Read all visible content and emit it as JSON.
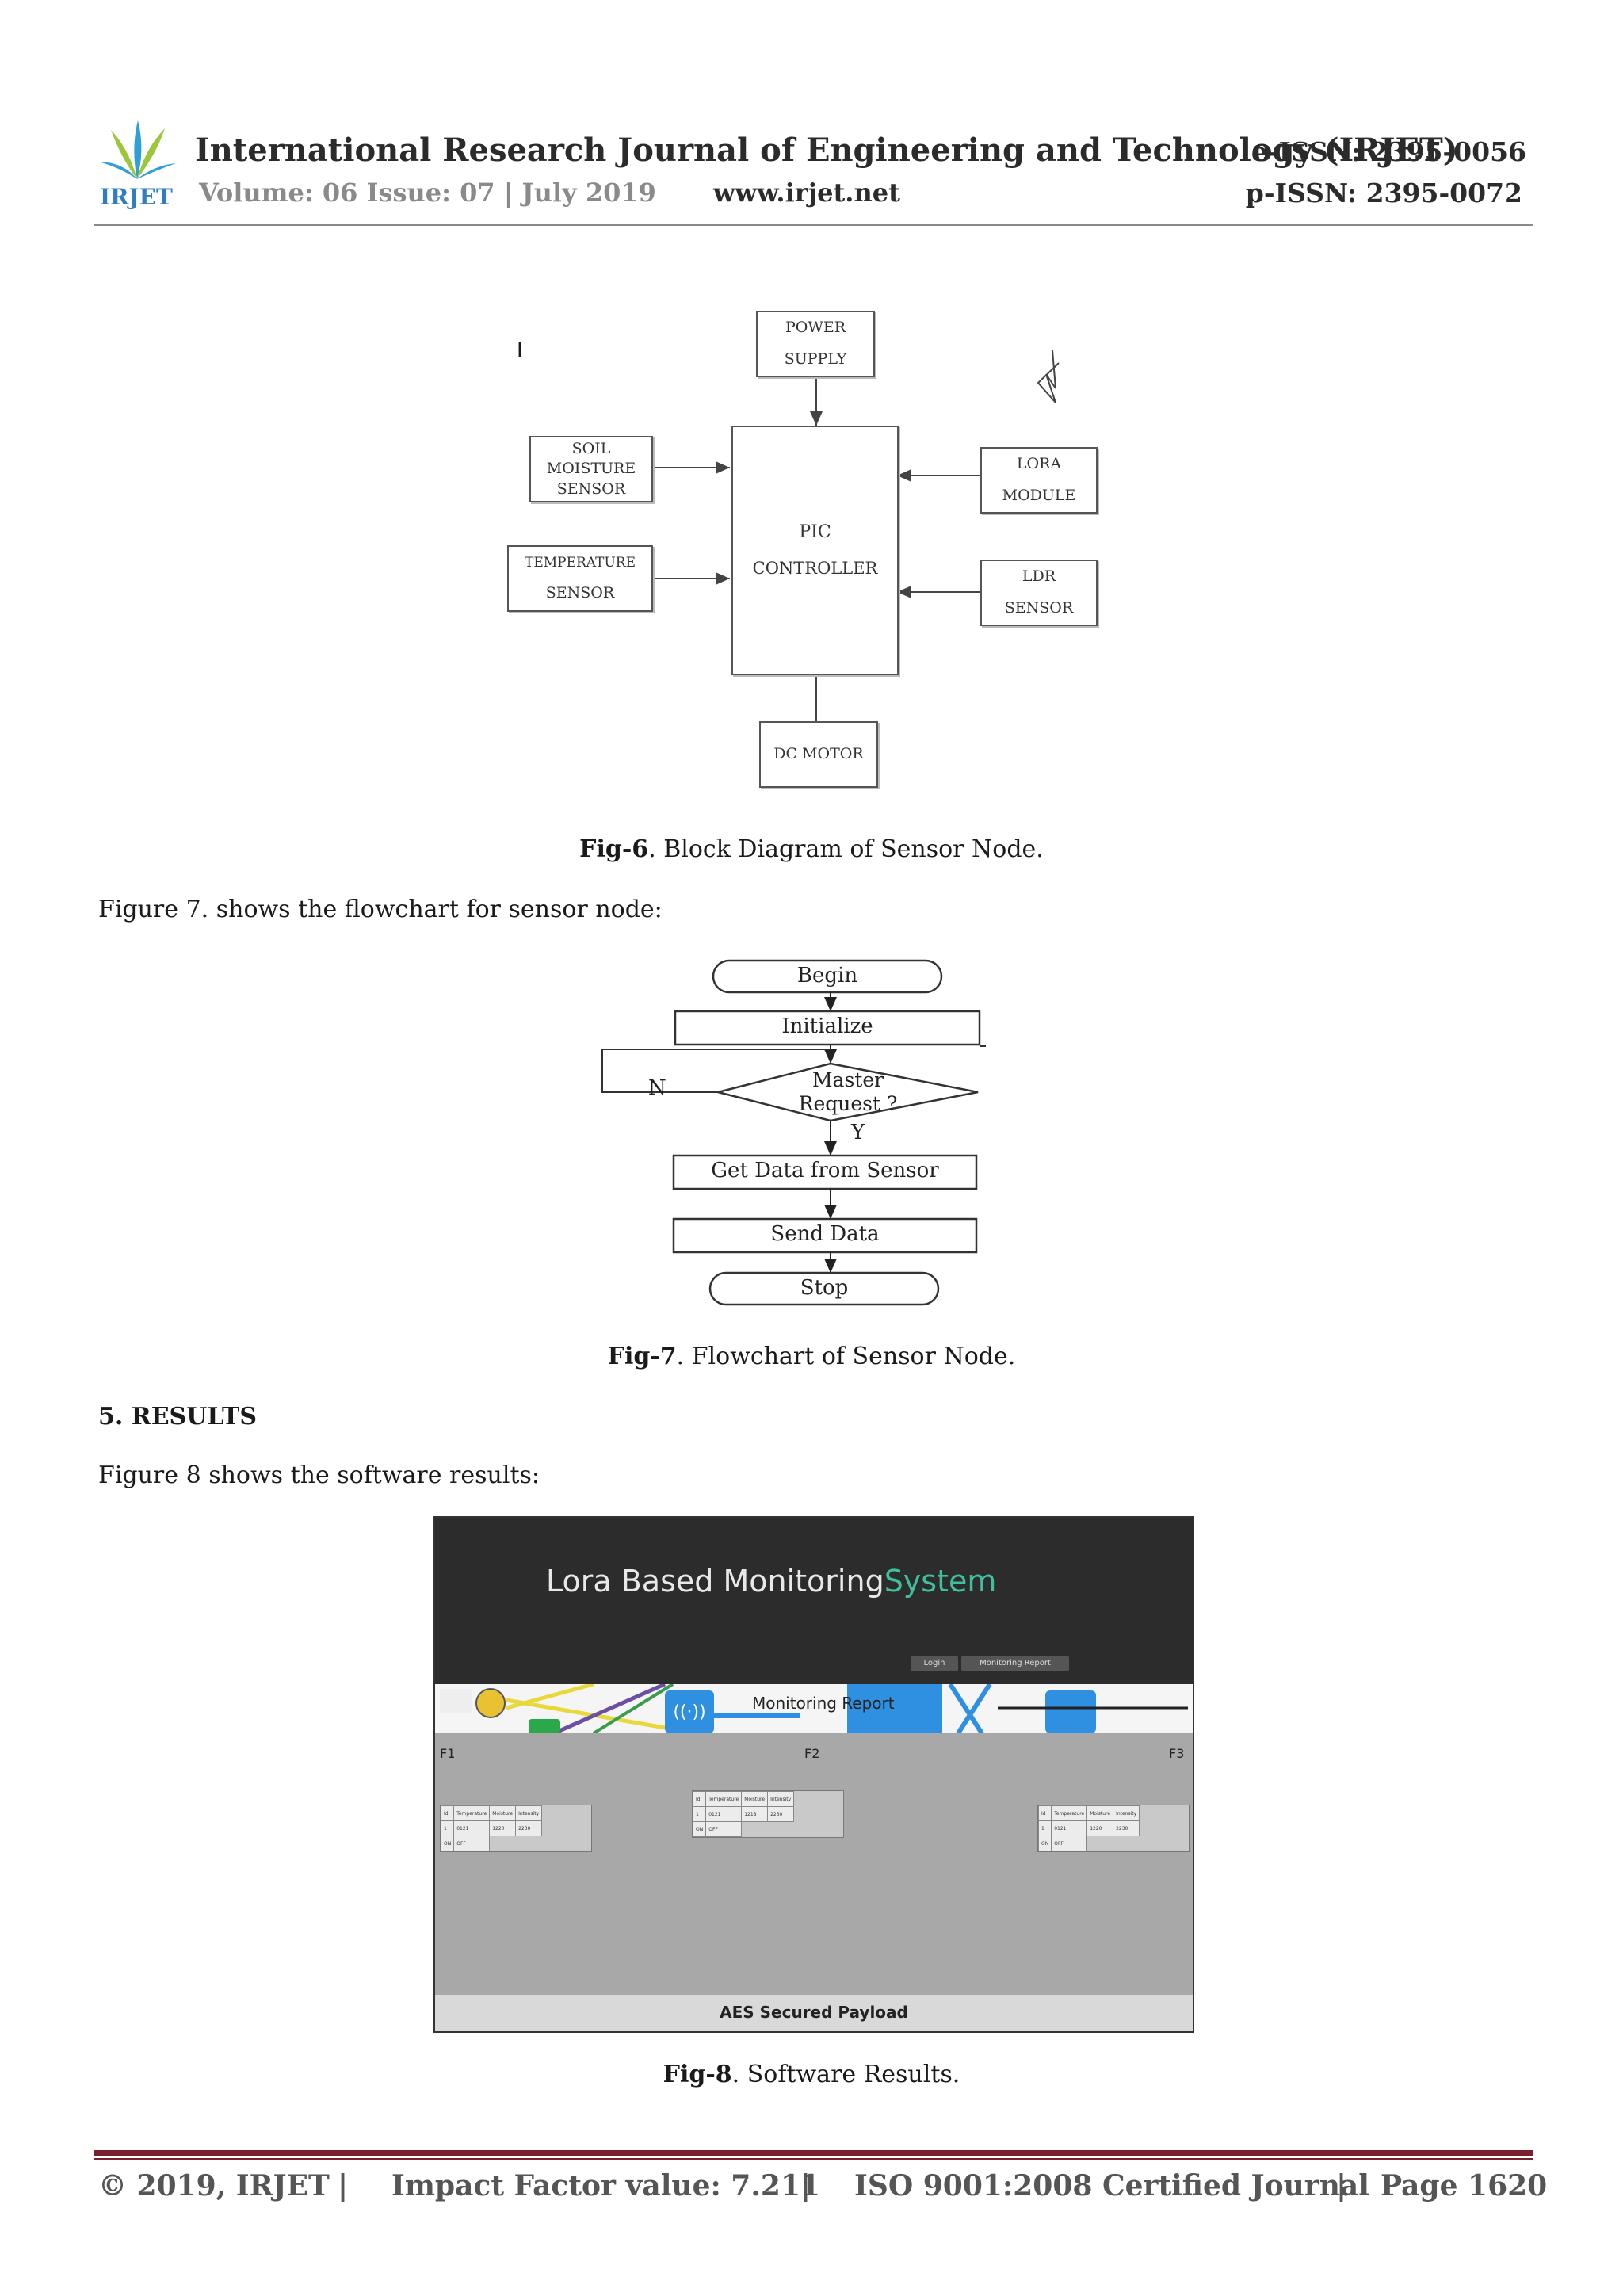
{
  "header": {
    "journal_title": "International Research Journal of Engineering and Technology (IRJET)",
    "eissn": "e-ISSN: 2395-0056",
    "volume": "Volume: 06 Issue: 07 | July 2019",
    "website": "www.irjet.net",
    "pissn": "p-ISSN: 2395-0072",
    "logo_text": "IRJET"
  },
  "fig6": {
    "marker": "I",
    "blocks": {
      "power_supply": [
        "POWER",
        "SUPPLY"
      ],
      "soil_moisture": [
        "SOIL",
        "MOISTURE",
        "SENSOR"
      ],
      "temperature": [
        "TEMPERATURE",
        "SENSOR"
      ],
      "pic_controller": [
        "PIC",
        "CONTROLLER"
      ],
      "lora_module": [
        "LORA",
        "MODULE"
      ],
      "ldr_sensor": [
        "LDR",
        "SENSOR"
      ],
      "dc_motor": [
        "DC MOTOR"
      ]
    },
    "caption_label": "Fig-6",
    "caption_text": ". Block Diagram of Sensor Node."
  },
  "text": {
    "fig7_intro": "Figure 7. shows the flowchart for sensor node:",
    "section_heading": "5. RESULTS",
    "fig8_intro": "Figure 8 shows the software results:"
  },
  "fig7": {
    "begin": "Begin",
    "initialize": "Initialize",
    "decision_line1": "Master",
    "decision_line2": "Request ?",
    "no": "N",
    "yes": "Y",
    "get_data": "Get Data from Sensor",
    "send_data": "Send Data",
    "stop": "Stop",
    "caption_label": "Fig-7",
    "caption_text": ". Flowchart of Sensor Node."
  },
  "fig8": {
    "title_main": "Lora Based Monitoring",
    "title_accent": "System",
    "login_button": "Login",
    "report_button": "Monitoring Report",
    "banner_label": "Monitoring Report",
    "node_labels": [
      "F1",
      "F2",
      "F3"
    ],
    "table_headers": [
      "Id",
      "Temperature",
      "Moisture",
      "Intensity"
    ],
    "tables": [
      {
        "row": [
          "1",
          "0121",
          "1220",
          "2230"
        ],
        "toggle": [
          "ON",
          "OFF"
        ]
      },
      {
        "row": [
          "1",
          "0121",
          "1218",
          "2230"
        ],
        "toggle": [
          "ON",
          "OFF"
        ]
      },
      {
        "row": [
          "1",
          "0121",
          "1220",
          "2230"
        ],
        "toggle": [
          "ON",
          "OFF"
        ]
      }
    ],
    "footer_label": "AES Secured Payload",
    "caption_label": "Fig-8",
    "caption_text": ". Software Results.",
    "colors": {
      "accent": "#3fbf9f",
      "top_bar": "#2c2c2c"
    }
  },
  "footer": {
    "copyright": "© 2019, IRJET",
    "impact": "Impact Factor value: 7.211",
    "iso": "ISO 9001:2008 Certified Journal",
    "page": "Page 1620",
    "separator": "|"
  }
}
